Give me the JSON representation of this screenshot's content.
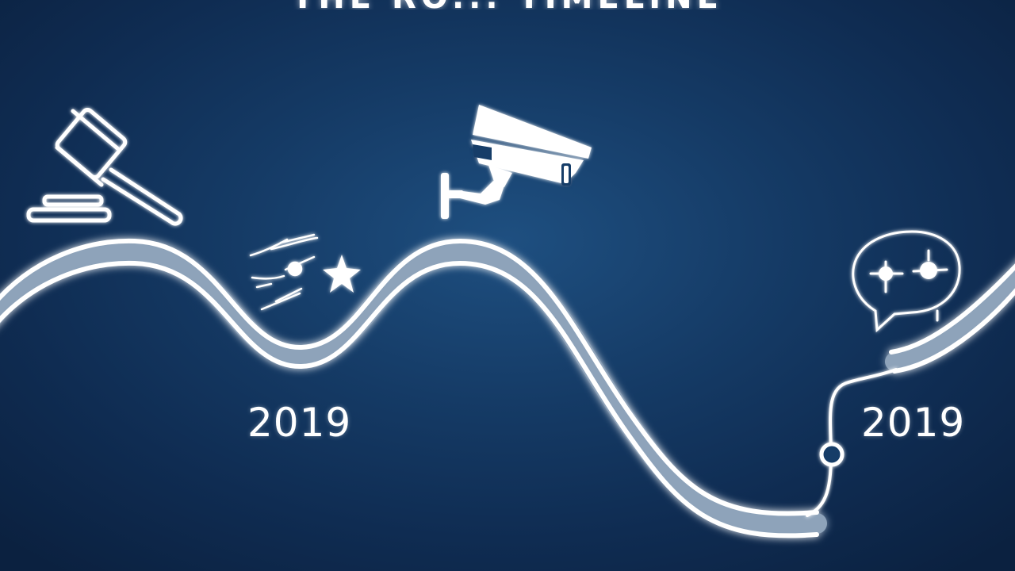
{
  "title": "THE RO... TIMELINE",
  "milestones": [
    {
      "icon": "gavel-icon",
      "year": ""
    },
    {
      "icon": "shooting-star-icon",
      "year": "2019"
    },
    {
      "icon": "security-camera-icon",
      "year": ""
    },
    {
      "icon": "chat-bubble-icon",
      "year": "2019"
    }
  ],
  "colors": {
    "background": "#153b66",
    "road_band": "#8ea3ba",
    "road_edge": "#ffffff",
    "icon": "#ffffff"
  }
}
